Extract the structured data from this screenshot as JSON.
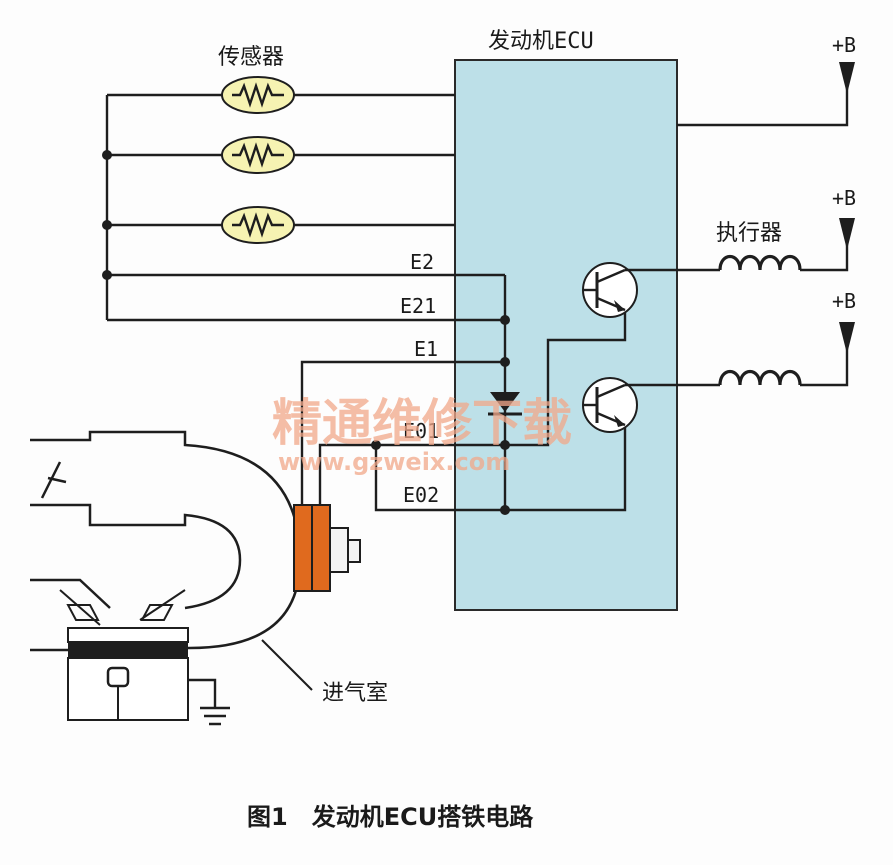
{
  "labels": {
    "sensor": "传感器",
    "ecu": "发动机ECU",
    "actuator": "执行器",
    "plus_b": "+B",
    "intake": "进气室",
    "caption": "图1　发动机ECU搭铁电路"
  },
  "ground_terminals": [
    "E2",
    "E21",
    "E1",
    "E01",
    "E02"
  ],
  "watermark": {
    "title": "精通维修下载",
    "url": "www.gzweix.com"
  },
  "colors": {
    "ecu_fill": "#bde0e8",
    "sensor_fill": "#f6f3b2",
    "connector": "#e06a1e",
    "wire": "#1e1e1e",
    "watermark": "#f2a88a"
  }
}
